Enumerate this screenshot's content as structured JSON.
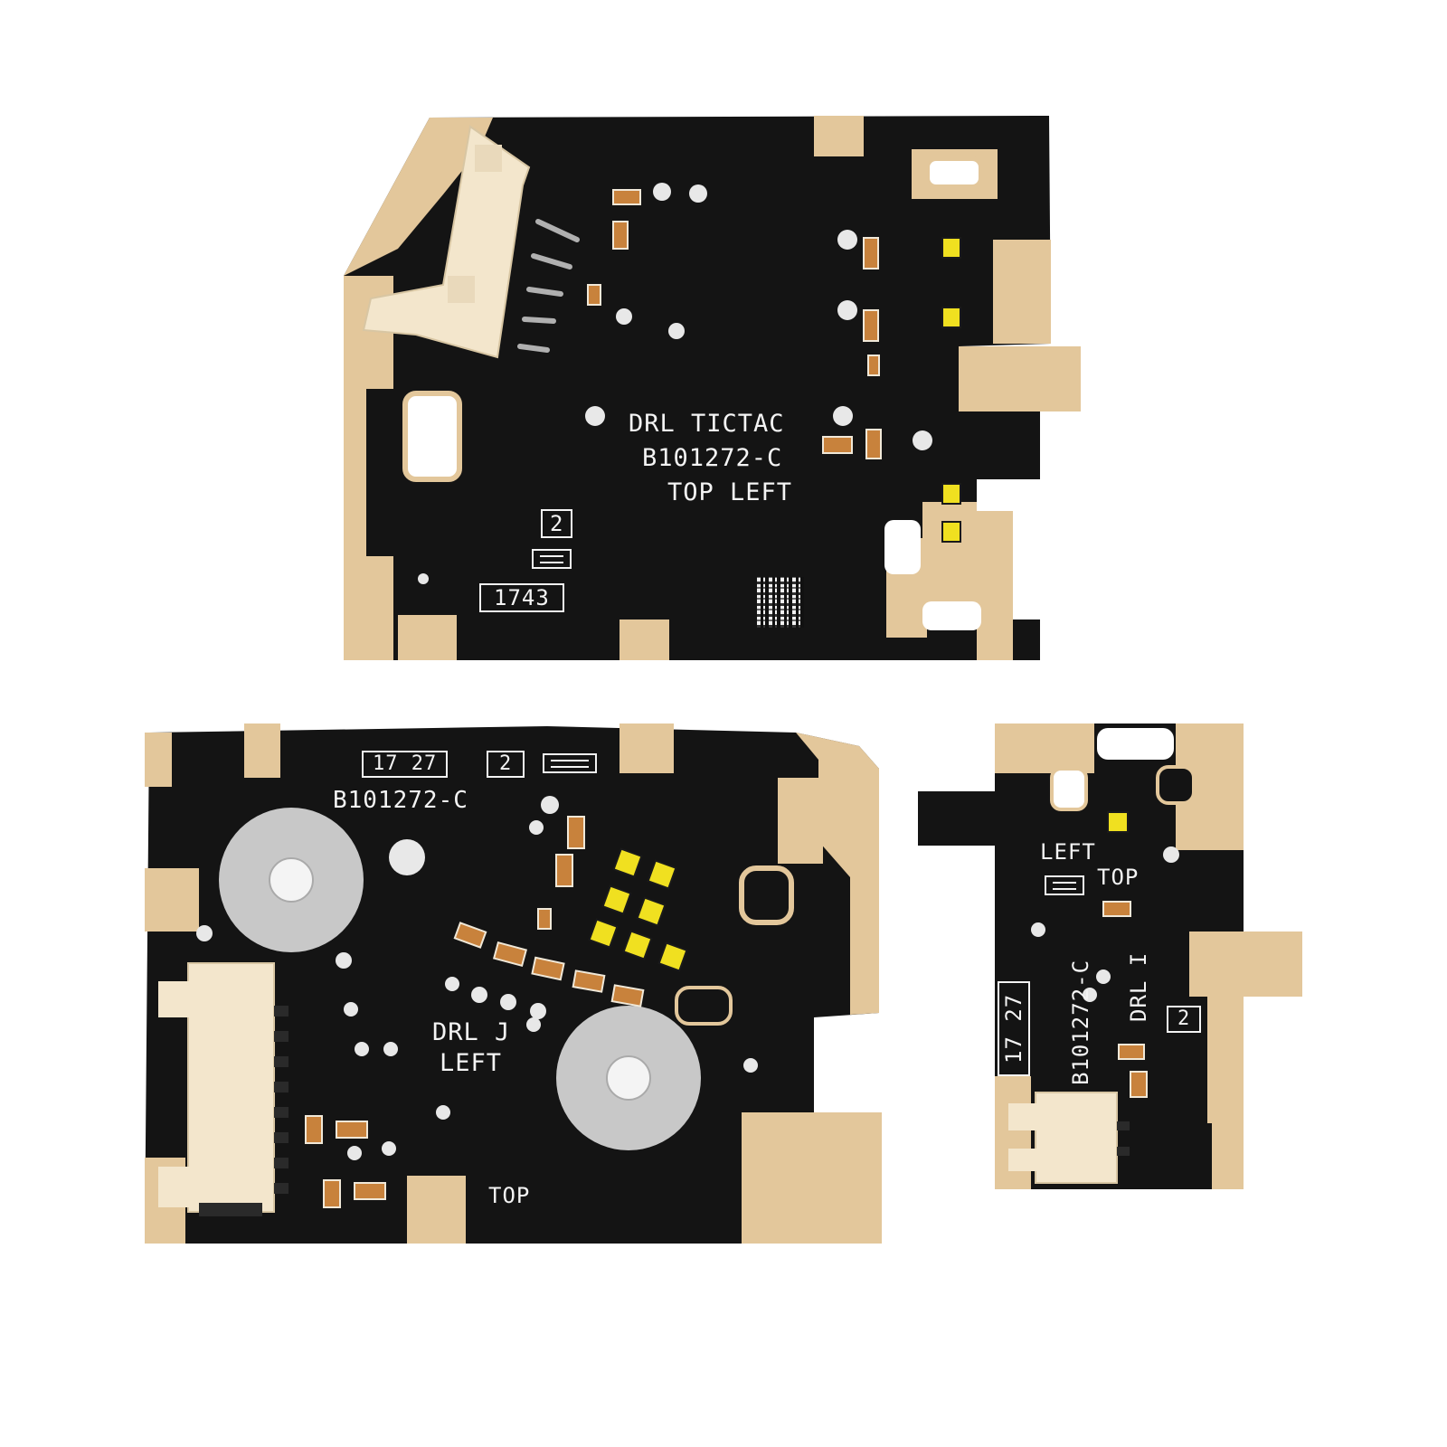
{
  "colors": {
    "board_black": "#141414",
    "copper_tan": "#e3c79b",
    "silkscreen": "#f4f4f4",
    "connector_cream": "#f3e6cc",
    "led_yellow": "#f0e020",
    "background": "#ffffff"
  },
  "boards": {
    "top_board": {
      "line1": "DRL TICTAC",
      "line2": "B101272-C",
      "line3": "TOP LEFT",
      "box_number": "2",
      "date_code": "1743"
    },
    "bottom_left_board": {
      "date_code": "17 27",
      "box_number": "2",
      "part_number": "B101272-C",
      "line1": "DRL J",
      "line2": "LEFT",
      "orientation": "TOP"
    },
    "bottom_right_board": {
      "label_left": "LEFT",
      "label_top": "TOP",
      "date_code": "17 27",
      "part_number": "B101272-C",
      "model": "DRL I",
      "box_number": "2"
    }
  }
}
